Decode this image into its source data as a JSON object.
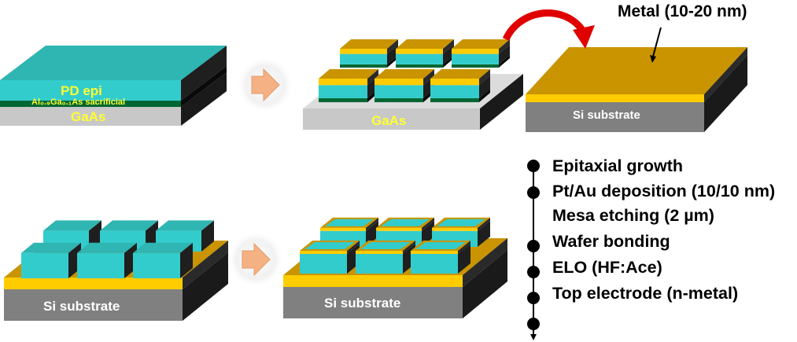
{
  "panel_top_left": {
    "pd_epi_label": "PD epi",
    "sacrificial_label": "Al₀.₉Ga₀.₁As sacrificial",
    "substrate_label": "GaAs"
  },
  "panel_top_middle": {
    "substrate_label": "GaAs"
  },
  "panel_top_right": {
    "metal_label": "Metal (10-20 nm)",
    "substrate_label": "Si substrate"
  },
  "panel_bottom_left": {
    "substrate_label": "Si substrate"
  },
  "panel_bottom_middle": {
    "substrate_label": "Si substrate"
  },
  "process_steps": [
    "Epitaxial growth",
    "Pt/Au deposition (10/10 nm)",
    "Mesa etching (2 µm)",
    "Wafer bonding",
    "ELO (HF:Ace)",
    "Top electrode (n-metal)"
  ],
  "colors": {
    "epi_cyan": "#33cccc",
    "gold": "#cc9900",
    "bright_gold": "#ffcc00",
    "gaas_gray": "#c8c8c8",
    "si_gray": "#7f7f7f",
    "sacrificial_green": "#006633",
    "arrow_orange": "#f4b183",
    "flip_arrow_red": "#e00000",
    "label_yellow": "#ffff33"
  }
}
